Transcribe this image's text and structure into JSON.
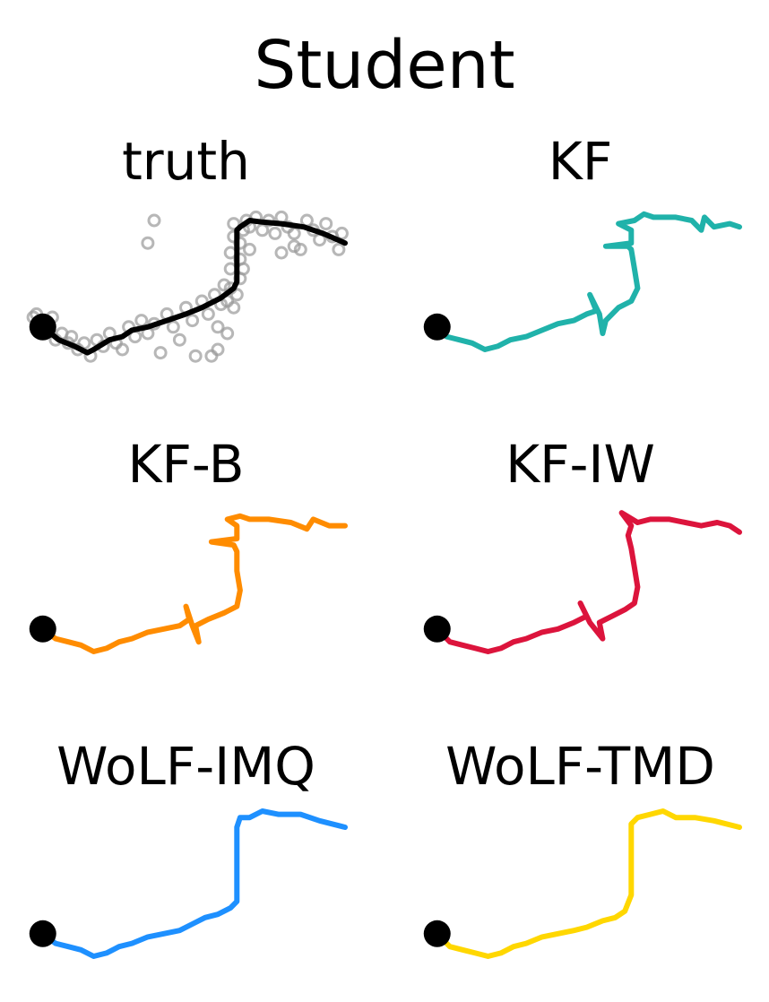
{
  "figure": {
    "title": "Student"
  },
  "chart_data": [
    {
      "type": "line",
      "title": "truth",
      "color": "#000000",
      "grid": false,
      "axes_visible": false,
      "xlim": [
        0,
        100
      ],
      "ylim": [
        0,
        50
      ],
      "start_marker": [
        5,
        12
      ],
      "series": [
        {
          "values": [
            [
              5,
              12
            ],
            [
              10,
              8
            ],
            [
              15,
              6
            ],
            [
              19,
              4
            ],
            [
              21,
              5
            ],
            [
              26,
              8
            ],
            [
              30,
              9
            ],
            [
              33,
              11
            ],
            [
              38,
              12
            ],
            [
              44,
              14
            ],
            [
              50,
              16
            ],
            [
              55,
              18
            ],
            [
              61,
              21
            ],
            [
              65,
              24
            ],
            [
              66,
              26
            ],
            [
              66,
              42
            ],
            [
              67,
              43
            ],
            [
              70,
              45
            ],
            [
              74,
              44.5
            ],
            [
              80,
              44
            ],
            [
              87,
              43
            ],
            [
              93,
              41
            ],
            [
              100,
              38
            ]
          ]
        }
      ],
      "scatter_color": "#999999",
      "scatter": [
        [
          3,
          16
        ],
        [
          4,
          13
        ],
        [
          2,
          15
        ],
        [
          7,
          11
        ],
        [
          8,
          15
        ],
        [
          9,
          8
        ],
        [
          11,
          10
        ],
        [
          13,
          7
        ],
        [
          14,
          9
        ],
        [
          16,
          5
        ],
        [
          18,
          7
        ],
        [
          20,
          3
        ],
        [
          22,
          8
        ],
        [
          24,
          6
        ],
        [
          26,
          10
        ],
        [
          28,
          7
        ],
        [
          30,
          5
        ],
        [
          32,
          12
        ],
        [
          34,
          9
        ],
        [
          36,
          14
        ],
        [
          38,
          10
        ],
        [
          40,
          13
        ],
        [
          42,
          4
        ],
        [
          44,
          16
        ],
        [
          46,
          12
        ],
        [
          48,
          8
        ],
        [
          50,
          18
        ],
        [
          52,
          14
        ],
        [
          53,
          3
        ],
        [
          55,
          20
        ],
        [
          57,
          16
        ],
        [
          59,
          22
        ],
        [
          60,
          12
        ],
        [
          61,
          19
        ],
        [
          62,
          25
        ],
        [
          63,
          20
        ],
        [
          64,
          24
        ],
        [
          64,
          30
        ],
        [
          64,
          35
        ],
        [
          65,
          40
        ],
        [
          65,
          44
        ],
        [
          66,
          22
        ],
        [
          67,
          27
        ],
        [
          67,
          33
        ],
        [
          67,
          38
        ],
        [
          68,
          42
        ],
        [
          68,
          30
        ],
        [
          69,
          45
        ],
        [
          70,
          43
        ],
        [
          70,
          36
        ],
        [
          72,
          46
        ],
        [
          74,
          42
        ],
        [
          76,
          45
        ],
        [
          78,
          41
        ],
        [
          80,
          46
        ],
        [
          82,
          43
        ],
        [
          84,
          41
        ],
        [
          86,
          36
        ],
        [
          88,
          45
        ],
        [
          90,
          42
        ],
        [
          92,
          39
        ],
        [
          94,
          44
        ],
        [
          96,
          40
        ],
        [
          98,
          36
        ],
        [
          99,
          41
        ],
        [
          80,
          35
        ],
        [
          84,
          37
        ],
        [
          40,
          45
        ],
        [
          38,
          38
        ],
        [
          65,
          18
        ],
        [
          63,
          10
        ],
        [
          60,
          5
        ],
        [
          58,
          3
        ]
      ]
    },
    {
      "type": "line",
      "title": "KF",
      "color": "#20b2aa",
      "grid": false,
      "axes_visible": false,
      "xlim": [
        0,
        100
      ],
      "ylim": [
        0,
        50
      ],
      "start_marker": [
        5,
        12
      ],
      "series": [
        {
          "values": [
            [
              5,
              12
            ],
            [
              8,
              9
            ],
            [
              12,
              8
            ],
            [
              16,
              7
            ],
            [
              20,
              5
            ],
            [
              24,
              6
            ],
            [
              28,
              8
            ],
            [
              33,
              9
            ],
            [
              38,
              11
            ],
            [
              43,
              13
            ],
            [
              48,
              14
            ],
            [
              52,
              16
            ],
            [
              55,
              17
            ],
            [
              53,
              22
            ],
            [
              56,
              16
            ],
            [
              57,
              10
            ],
            [
              58,
              14
            ],
            [
              62,
              18
            ],
            [
              66,
              20
            ],
            [
              68,
              24
            ],
            [
              67,
              30
            ],
            [
              66,
              36
            ],
            [
              65,
              37
            ],
            [
              58,
              37
            ],
            [
              66,
              38
            ],
            [
              66,
              42
            ],
            [
              62,
              44
            ],
            [
              67,
              45
            ],
            [
              70,
              47
            ],
            [
              73,
              46
            ],
            [
              80,
              46
            ],
            [
              85,
              45
            ],
            [
              88,
              42
            ],
            [
              89,
              46
            ],
            [
              92,
              43
            ],
            [
              97,
              44
            ],
            [
              100,
              43
            ]
          ]
        }
      ]
    },
    {
      "type": "line",
      "title": "KF-B",
      "color": "#ff8c00",
      "grid": false,
      "axes_visible": false,
      "xlim": [
        0,
        100
      ],
      "ylim": [
        0,
        50
      ],
      "start_marker": [
        5,
        12
      ],
      "series": [
        {
          "values": [
            [
              5,
              12
            ],
            [
              9,
              9
            ],
            [
              13,
              8
            ],
            [
              17,
              7
            ],
            [
              21,
              5
            ],
            [
              25,
              6
            ],
            [
              29,
              8
            ],
            [
              33,
              9
            ],
            [
              38,
              11
            ],
            [
              43,
              12
            ],
            [
              48,
              13
            ],
            [
              51,
              15
            ],
            [
              50,
              19
            ],
            [
              52,
              13
            ],
            [
              54,
              8
            ],
            [
              53,
              13
            ],
            [
              57,
              15
            ],
            [
              62,
              17
            ],
            [
              66,
              19
            ],
            [
              67,
              24
            ],
            [
              66,
              30
            ],
            [
              66,
              36
            ],
            [
              65,
              38
            ],
            [
              58,
              39
            ],
            [
              66,
              40
            ],
            [
              66,
              44
            ],
            [
              63,
              46
            ],
            [
              67,
              47
            ],
            [
              70,
              46
            ],
            [
              76,
              46
            ],
            [
              83,
              45
            ],
            [
              88,
              43
            ],
            [
              90,
              46
            ],
            [
              95,
              44
            ],
            [
              100,
              44
            ]
          ]
        }
      ]
    },
    {
      "type": "line",
      "title": "KF-IW",
      "color": "#dc143c",
      "grid": false,
      "axes_visible": false,
      "xlim": [
        0,
        100
      ],
      "ylim": [
        0,
        50
      ],
      "start_marker": [
        5,
        12
      ],
      "series": [
        {
          "values": [
            [
              5,
              12
            ],
            [
              9,
              8
            ],
            [
              13,
              7
            ],
            [
              17,
              6
            ],
            [
              21,
              5
            ],
            [
              25,
              6
            ],
            [
              29,
              8
            ],
            [
              33,
              9
            ],
            [
              38,
              11
            ],
            [
              43,
              12
            ],
            [
              48,
              14
            ],
            [
              52,
              16
            ],
            [
              50,
              20
            ],
            [
              53,
              14
            ],
            [
              57,
              9
            ],
            [
              56,
              14
            ],
            [
              60,
              16
            ],
            [
              64,
              18
            ],
            [
              67,
              20
            ],
            [
              68,
              25
            ],
            [
              67,
              31
            ],
            [
              66,
              37
            ],
            [
              65,
              41
            ],
            [
              66,
              44
            ],
            [
              63,
              48
            ],
            [
              68,
              45
            ],
            [
              72,
              46
            ],
            [
              78,
              46
            ],
            [
              83,
              45
            ],
            [
              88,
              44
            ],
            [
              93,
              45
            ],
            [
              97,
              44
            ],
            [
              100,
              42
            ]
          ]
        }
      ]
    },
    {
      "type": "line",
      "title": "WoLF-IMQ",
      "color": "#1e90ff",
      "grid": false,
      "axes_visible": false,
      "xlim": [
        0,
        100
      ],
      "ylim": [
        0,
        50
      ],
      "start_marker": [
        5,
        12
      ],
      "series": [
        {
          "values": [
            [
              5,
              12
            ],
            [
              9,
              9
            ],
            [
              13,
              8
            ],
            [
              17,
              7
            ],
            [
              21,
              5
            ],
            [
              25,
              6
            ],
            [
              29,
              8
            ],
            [
              33,
              9
            ],
            [
              38,
              11
            ],
            [
              43,
              12
            ],
            [
              48,
              13
            ],
            [
              52,
              15
            ],
            [
              56,
              17
            ],
            [
              60,
              18
            ],
            [
              64,
              20
            ],
            [
              66,
              22
            ],
            [
              66,
              30
            ],
            [
              66,
              38
            ],
            [
              66,
              45
            ],
            [
              67,
              48
            ],
            [
              70,
              48
            ],
            [
              74,
              50
            ],
            [
              79,
              49
            ],
            [
              86,
              49
            ],
            [
              92,
              47
            ],
            [
              100,
              45
            ]
          ]
        }
      ]
    },
    {
      "type": "line",
      "title": "WoLF-TMD",
      "color": "#ffd700",
      "grid": false,
      "axes_visible": false,
      "xlim": [
        0,
        100
      ],
      "ylim": [
        0,
        50
      ],
      "start_marker": [
        5,
        12
      ],
      "series": [
        {
          "values": [
            [
              5,
              12
            ],
            [
              9,
              8
            ],
            [
              13,
              7
            ],
            [
              17,
              6
            ],
            [
              21,
              5
            ],
            [
              25,
              6
            ],
            [
              29,
              8
            ],
            [
              33,
              9
            ],
            [
              38,
              11
            ],
            [
              43,
              12
            ],
            [
              48,
              13
            ],
            [
              52,
              14
            ],
            [
              57,
              16
            ],
            [
              61,
              17
            ],
            [
              64,
              19
            ],
            [
              66,
              24
            ],
            [
              66,
              32
            ],
            [
              66,
              40
            ],
            [
              66,
              46
            ],
            [
              68,
              48
            ],
            [
              72,
              49
            ],
            [
              76,
              50
            ],
            [
              80,
              48
            ],
            [
              86,
              48
            ],
            [
              92,
              47
            ],
            [
              100,
              45
            ]
          ]
        }
      ]
    }
  ]
}
